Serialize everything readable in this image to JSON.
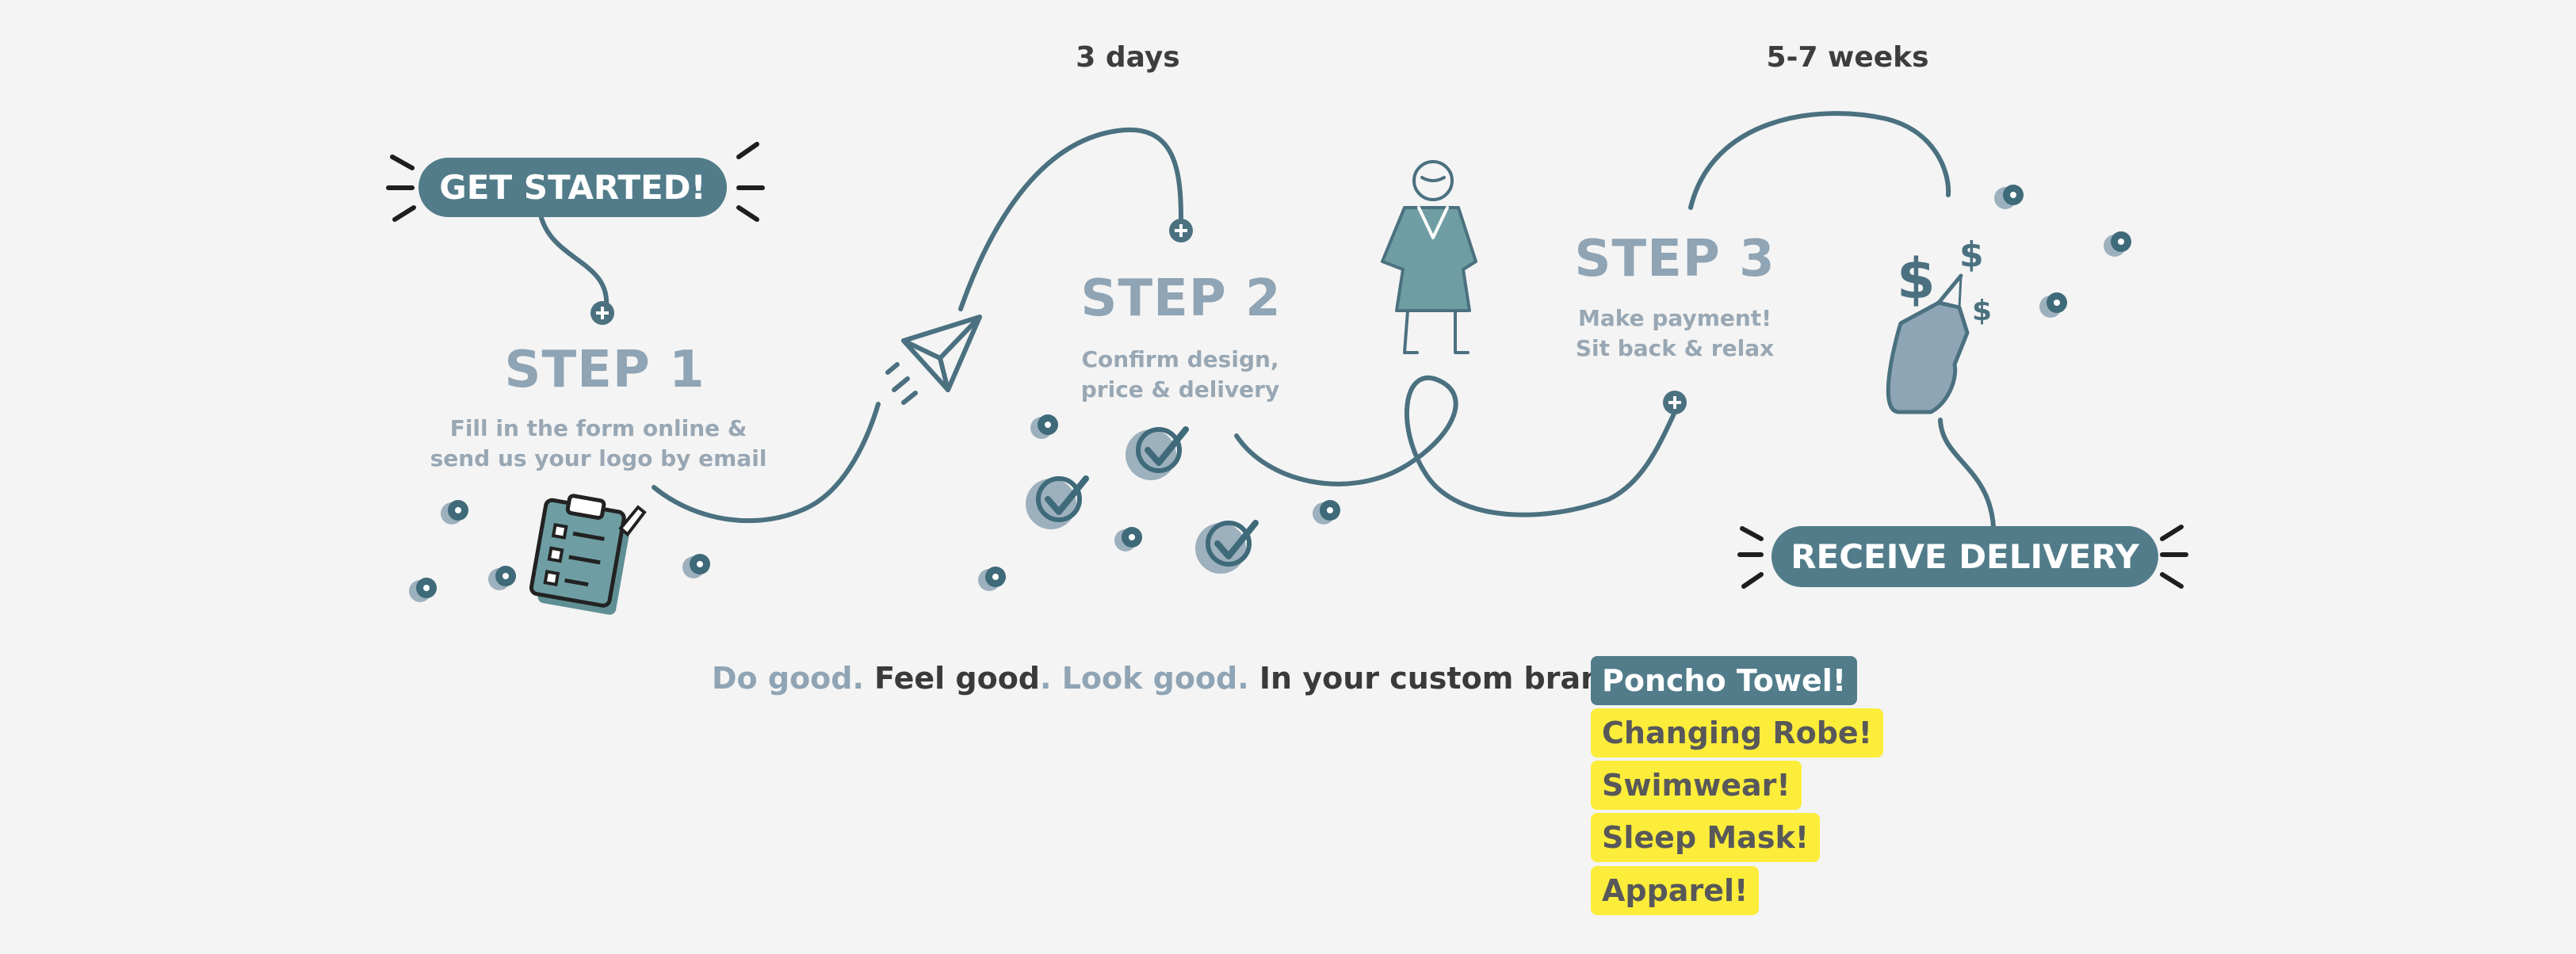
{
  "durations": {
    "first": "3 days",
    "second": "5-7 weeks"
  },
  "buttons": {
    "start": "GET STARTED!",
    "delivery": "RECEIVE DELIVERY"
  },
  "steps": [
    {
      "title": "STEP 1",
      "line1": "Fill in the form online &",
      "line2": "send us your logo by email"
    },
    {
      "title": "STEP 2",
      "line1": "Confirm design,",
      "line2": "price & delivery"
    },
    {
      "title": "STEP 3",
      "line1": "Make payment!",
      "line2": "Sit back & relax"
    }
  ],
  "tagline": {
    "do_good": "Do good.",
    "feel_good": "Feel good",
    "dot": ".",
    "look_good": "Look good.",
    "rest": "In your custom branded"
  },
  "products": [
    "Poncho Towel!",
    "Changing Robe!",
    "Swimwear!",
    "Sleep Mask!",
    "Apparel!"
  ],
  "icons": {
    "plus_marker": "plus-circle-icon",
    "clipboard": "clipboard-icon",
    "paper_plane": "paper-plane-icon",
    "checkmark": "checkmark-icon",
    "child_in_poncho": "child-poncho-icon",
    "pointing_hand": "pointing-hand-icon",
    "dollar_sign": "dollar-icon",
    "decoration_dot": "dot-icon"
  },
  "colors": {
    "accent": "#527c8a",
    "stroke": "#4b7180",
    "step_title": "#8fa4b4",
    "highlight": "#fbed3a",
    "background": "#f4f4f4"
  }
}
